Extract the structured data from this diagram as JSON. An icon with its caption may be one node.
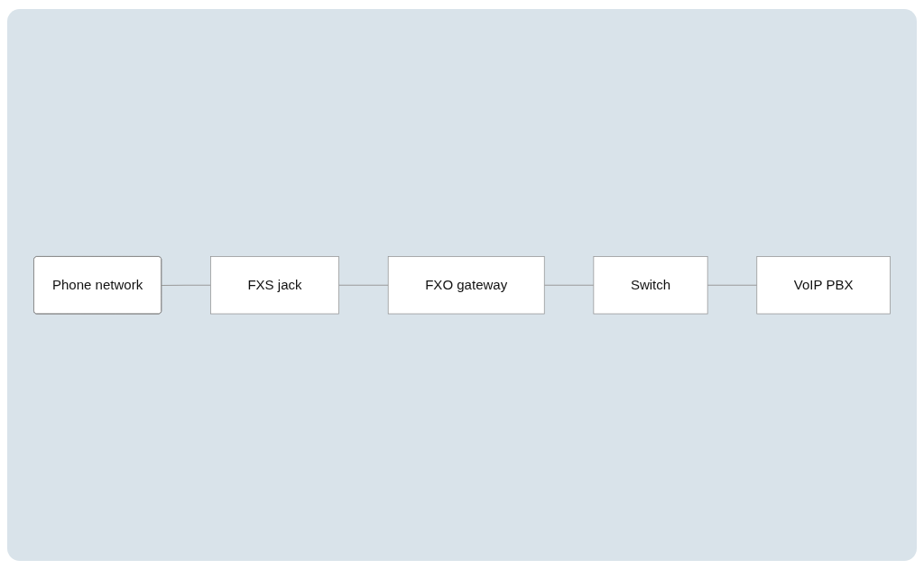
{
  "diagram": {
    "nodes": [
      {
        "text": [
          "Phone network"
        ]
      },
      {
        "text": [
          "FXS jack"
        ]
      },
      {
        "text": [
          "FXO gateway"
        ]
      },
      {
        "text": [
          "Switch"
        ]
      },
      {
        "text": [
          "VoIP PBX"
        ]
      }
    ],
    "edges": [
      {
        "from": 0,
        "to": 1,
        "arrow": "none"
      },
      {
        "from": 1,
        "to": 2,
        "arrow": "none"
      },
      {
        "from": 2,
        "to": 3,
        "arrow": "none"
      },
      {
        "from": 3,
        "to": 4,
        "arrow": "none"
      }
    ]
  }
}
